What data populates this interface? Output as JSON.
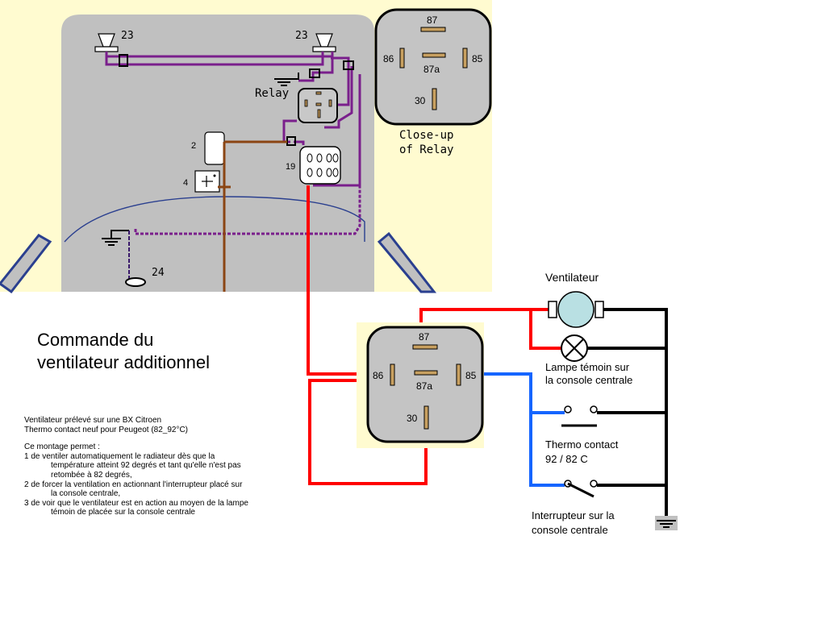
{
  "title": {
    "line1": "Commande du",
    "line2": "ventilateur additionnel"
  },
  "notes": {
    "line1": "Ventilateur prélevé sur une BX Citroen",
    "line2": "Thermo contact neuf pour Peugeot (82_92°C)",
    "line3": "Ce montage permet :",
    "item1a": "1 de ventiler automatiquement le radiateur dès que la",
    "item1b": "température atteint 92 degrés et tant qu'elle n'est pas",
    "item1c": "retombée à 82 degrés,",
    "item2a": "2 de forcer la ventilation en actionnant l'interrupteur placé sur",
    "item2b": "la console centrale,",
    "item3a": "3 de voir que le ventilateur est en action au moyen de la lampe",
    "item3b": "témoin de placée sur la console centrale"
  },
  "top_diagram": {
    "horn_left": "23",
    "horn_right": "23",
    "relay": "Relay",
    "comp_2": "2",
    "comp_4": "4",
    "comp_19": "19",
    "ground_24": "24"
  },
  "closeup": {
    "pin_87": "87",
    "pin_86": "86",
    "pin_87a": "87a",
    "pin_85": "85",
    "pin_30": "30",
    "caption1": "Close-up",
    "caption2": "of Relay"
  },
  "relay_main": {
    "pin_87": "87",
    "pin_86": "86",
    "pin_87a": "87a",
    "pin_85": "85",
    "pin_30": "30"
  },
  "schematic": {
    "ventilateur": "Ventilateur",
    "lampe1": "Lampe témoin sur",
    "lampe2": "la console centrale",
    "thermo1": "Thermo contact",
    "thermo2": "92 / 82 C",
    "inter1": "Interrupteur sur la",
    "inter2": "console centrale"
  },
  "colors": {
    "panel_gray": "#c0c0c0",
    "panel_yellow": "#fffbd0",
    "wire_red": "#ff0000",
    "wire_blue": "#1565ff",
    "wire_black": "#000000",
    "wire_purple": "#7a1f8c",
    "wire_brown": "#8b4513"
  }
}
